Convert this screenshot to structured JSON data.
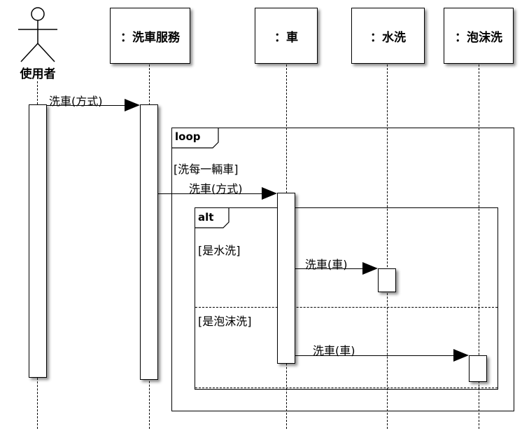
{
  "diagram_type": "sequence",
  "participants": [
    {
      "id": "user",
      "label": "使用者",
      "kind": "actor"
    },
    {
      "id": "washservice",
      "label": "：洗車服務",
      "kind": "object"
    },
    {
      "id": "car",
      "label": "：車",
      "kind": "object"
    },
    {
      "id": "waterwash",
      "label": "：水洗",
      "kind": "object"
    },
    {
      "id": "foamwash",
      "label": "：泡沫洗",
      "kind": "object"
    }
  ],
  "messages": [
    {
      "from": "user",
      "to": "washservice",
      "label": "洗車(方式)"
    },
    {
      "from": "washservice",
      "to": "car",
      "label": "洗車(方式)"
    },
    {
      "from": "car",
      "to": "waterwash",
      "label": "洗車(車)"
    },
    {
      "from": "car",
      "to": "foamwash",
      "label": "洗車(車)"
    }
  ],
  "fragments": [
    {
      "operator": "loop",
      "guard": "[洗每一輛車]"
    },
    {
      "operator": "alt",
      "guards": [
        "[是水洗]",
        "[是泡沫洗]"
      ]
    }
  ]
}
